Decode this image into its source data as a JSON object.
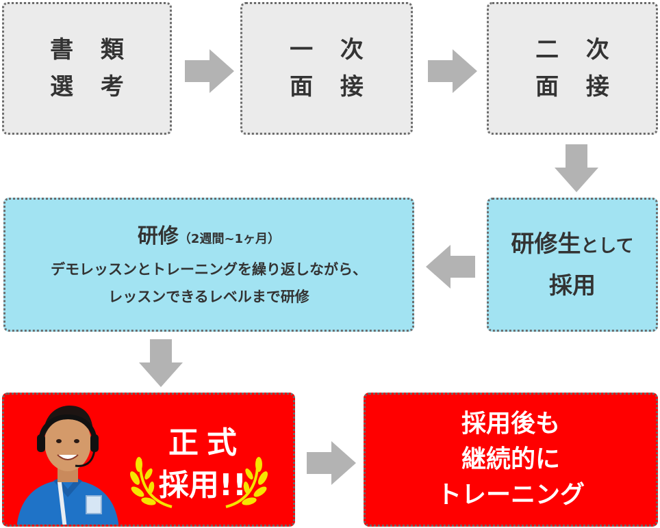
{
  "steps": {
    "document_screening": {
      "line1": "書 類",
      "line2": "選 考"
    },
    "first_interview": {
      "line1": "一 次",
      "line2": "面 接"
    },
    "second_interview": {
      "line1": "二 次",
      "line2": "面 接"
    },
    "trainee_hire": {
      "part1": "研修生",
      "part2": "として",
      "line2": "採用"
    },
    "training": {
      "title": "研修",
      "duration": "（2週間~1ヶ月）",
      "desc_line1": "デモレッスンとトレーニングを繰り返しながら、",
      "desc_line2": "レッスンできるレベルまで研修"
    },
    "official_hire": {
      "line1": "正式",
      "line2": "採用!!"
    },
    "continuous_training": {
      "line1": "採用後も",
      "line2": "継続的に",
      "line3": "トレーニング"
    }
  },
  "colors": {
    "gray_box": "#ebebeb",
    "blue_box": "#a2e3f2",
    "red_box": "#ff0000",
    "arrow": "#b3b3b3",
    "laurel": "#f5e500",
    "border": "#6b6b6b"
  }
}
